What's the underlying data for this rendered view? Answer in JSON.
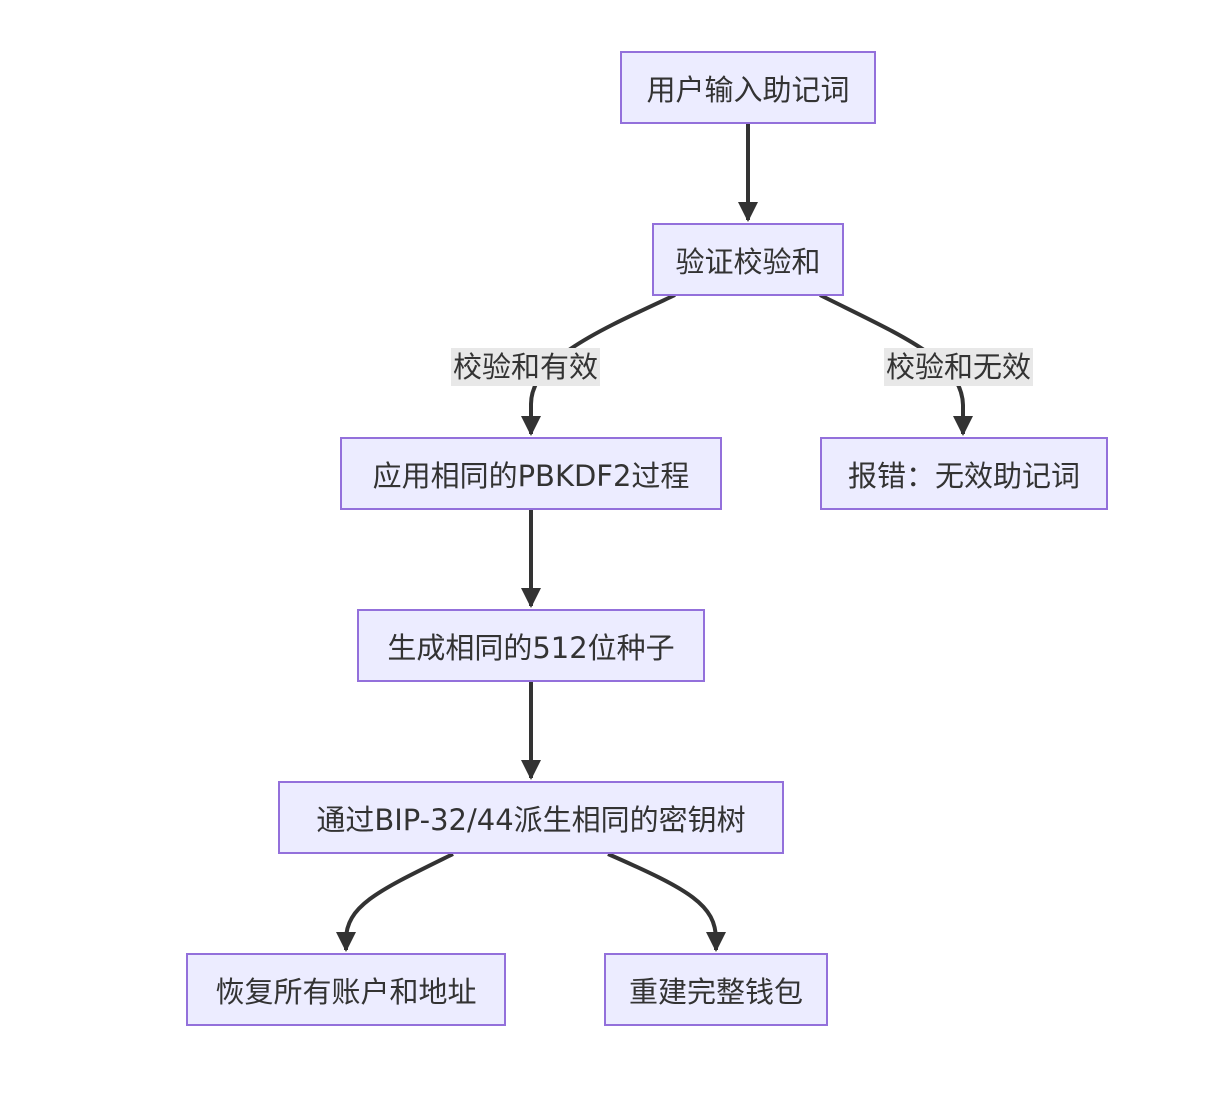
{
  "diagram": {
    "type": "flowchart",
    "direction": "top-down",
    "nodes": {
      "input": "用户输入助记词",
      "checksum": "验证校验和",
      "pbkdf2": "应用相同的PBKDF2过程",
      "error": "报错：无效助记词",
      "seed": "生成相同的512位种子",
      "derive": "通过BIP-32/44派生相同的密钥树",
      "accounts": "恢复所有账户和地址",
      "wallet": "重建完整钱包"
    },
    "edge_labels": {
      "valid": "校验和有效",
      "invalid": "校验和无效"
    },
    "edges": [
      {
        "from": "input",
        "to": "checksum",
        "label": ""
      },
      {
        "from": "checksum",
        "to": "pbkdf2",
        "label": "校验和有效"
      },
      {
        "from": "checksum",
        "to": "error",
        "label": "校验和无效"
      },
      {
        "from": "pbkdf2",
        "to": "seed",
        "label": ""
      },
      {
        "from": "seed",
        "to": "derive",
        "label": ""
      },
      {
        "from": "derive",
        "to": "accounts",
        "label": ""
      },
      {
        "from": "derive",
        "to": "wallet",
        "label": ""
      }
    ],
    "colors": {
      "node_fill": "#ECECFF",
      "node_border": "#9370DB",
      "edge": "#333333",
      "label_bg": "#e8e8e8",
      "text": "#333333"
    }
  }
}
